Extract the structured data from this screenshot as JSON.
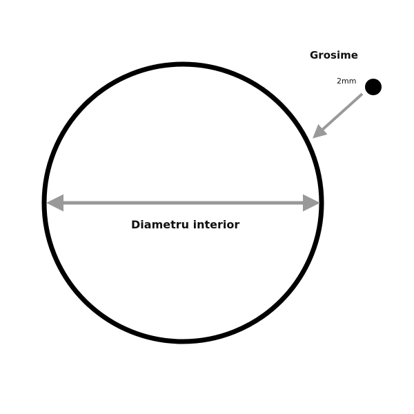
{
  "thickness": {
    "title": "Grosime",
    "value": "2mm"
  },
  "diameter": {
    "label": "Diametru interior"
  },
  "colors": {
    "ring": "#000000",
    "arrow": "#999999",
    "text": "#111111",
    "background": "#ffffff"
  }
}
